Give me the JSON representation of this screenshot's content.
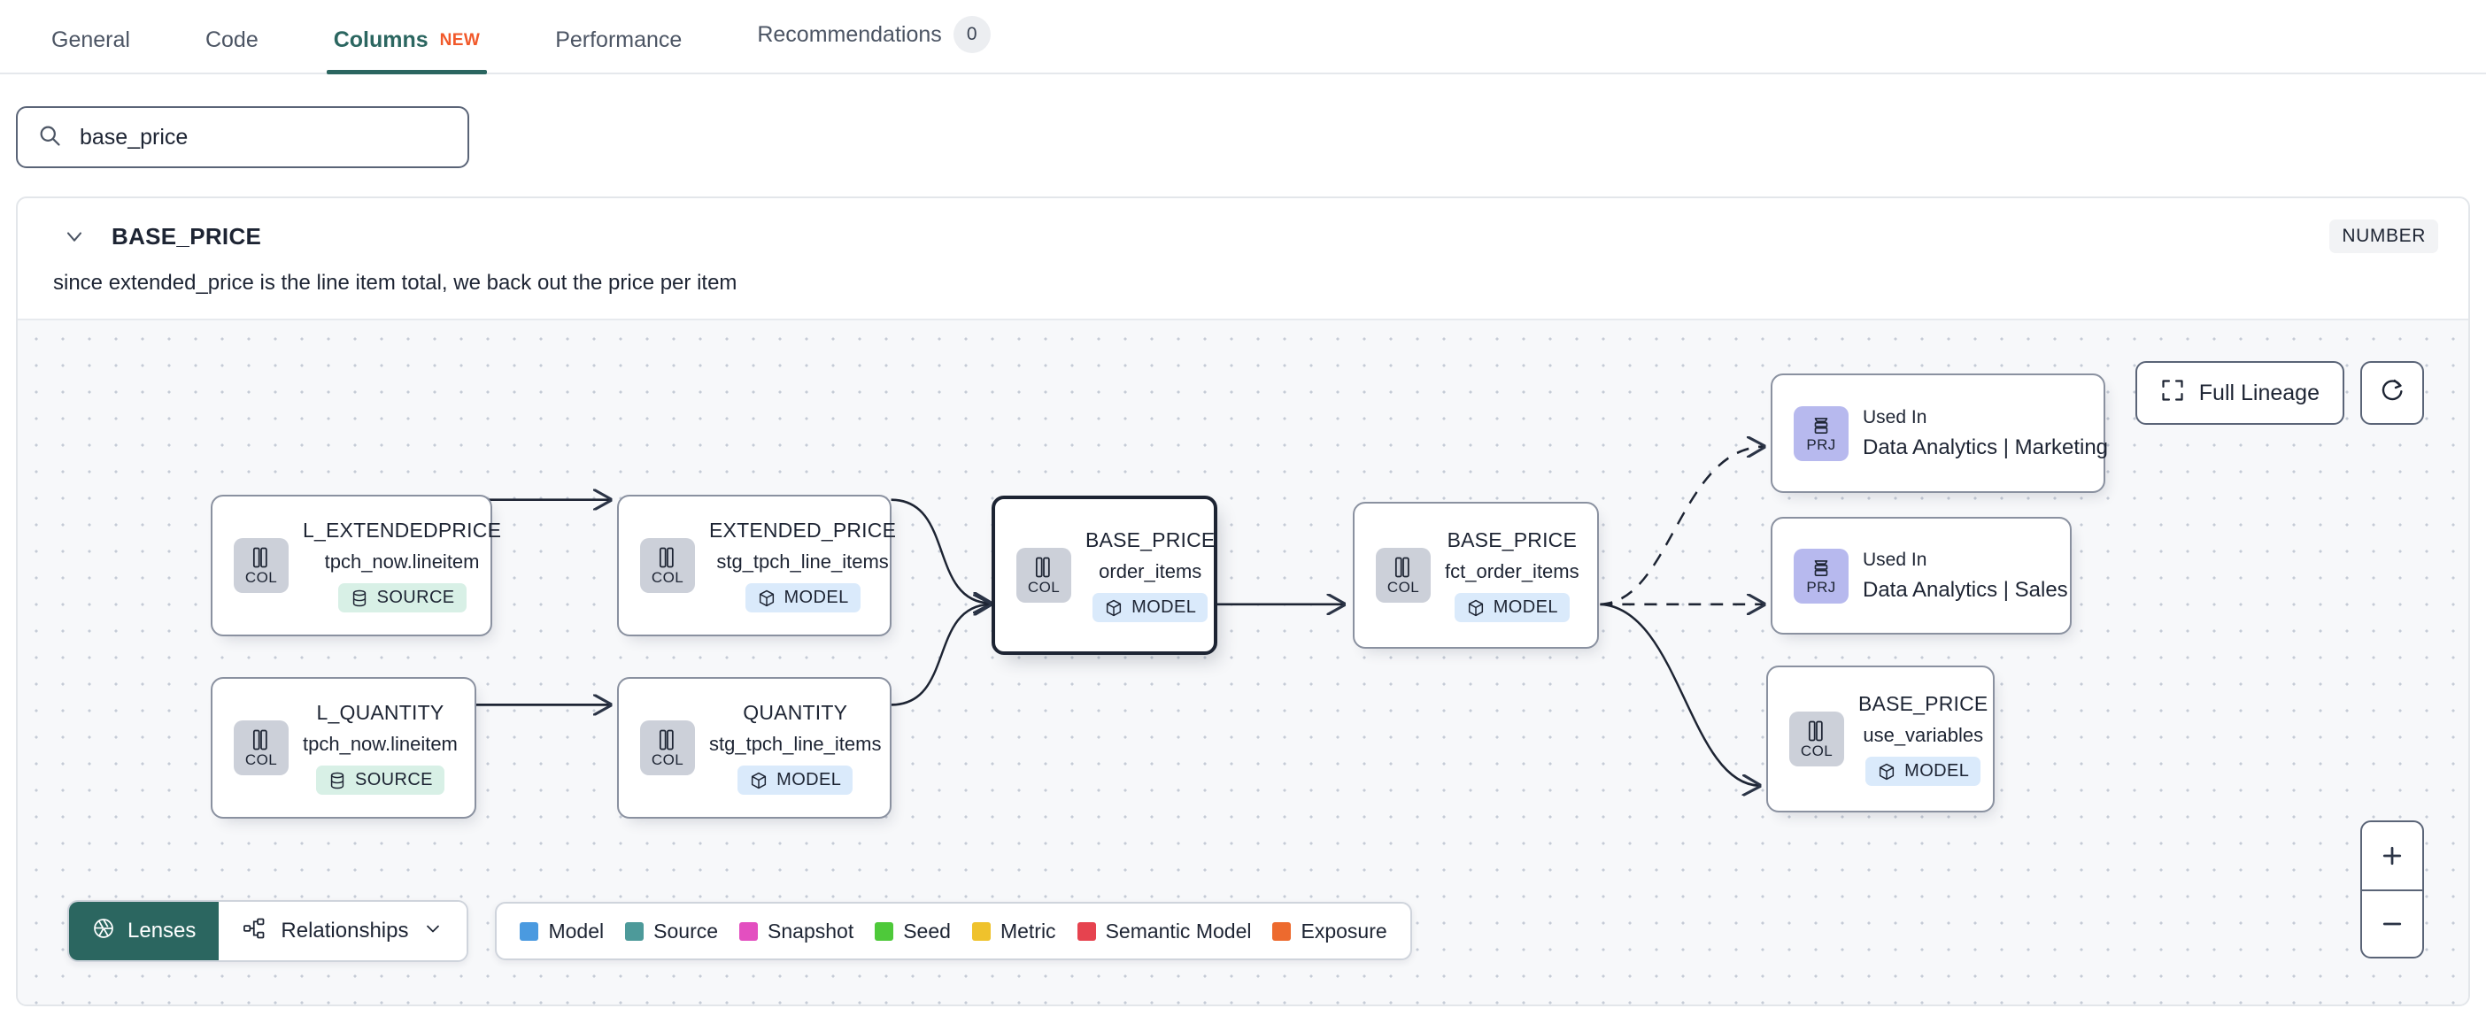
{
  "tabs": [
    {
      "label": "General",
      "active": false,
      "badge": null,
      "new": false
    },
    {
      "label": "Code",
      "active": false,
      "badge": null,
      "new": false
    },
    {
      "label": "Columns",
      "active": true,
      "badge": null,
      "new": true,
      "new_label": "NEW"
    },
    {
      "label": "Performance",
      "active": false,
      "badge": null,
      "new": false
    },
    {
      "label": "Recommendations",
      "active": false,
      "badge": "0",
      "new": false
    }
  ],
  "search": {
    "value": "base_price",
    "placeholder": "Search columns",
    "icon": "search-icon"
  },
  "column": {
    "name": "BASE_PRICE",
    "type_badge": "NUMBER",
    "description": "since extended_price is the line item total, we back out the price per item",
    "expanded": true
  },
  "lineage": {
    "full_lineage_label": "Full Lineage",
    "refresh_icon": "refresh-icon",
    "zoom_in_label": "+",
    "zoom_out_label": "−",
    "nodes": [
      {
        "id": "l_extendedprice",
        "badge": "COL",
        "badge_kind": "col",
        "title": "L_EXTENDEDPRICE",
        "subtitle": "tpch_now.lineitem",
        "kind": "SOURCE",
        "kind_class": "source",
        "selected": false
      },
      {
        "id": "l_quantity",
        "badge": "COL",
        "badge_kind": "col",
        "title": "L_QUANTITY",
        "subtitle": "tpch_now.lineitem",
        "kind": "SOURCE",
        "kind_class": "source",
        "selected": false
      },
      {
        "id": "extended_price",
        "badge": "COL",
        "badge_kind": "col",
        "title": "EXTENDED_PRICE",
        "subtitle": "stg_tpch_line_items",
        "kind": "MODEL",
        "kind_class": "model",
        "selected": false
      },
      {
        "id": "quantity",
        "badge": "COL",
        "badge_kind": "col",
        "title": "QUANTITY",
        "subtitle": "stg_tpch_line_items",
        "kind": "MODEL",
        "kind_class": "model",
        "selected": false
      },
      {
        "id": "base_price_order_items",
        "badge": "COL",
        "badge_kind": "col",
        "title": "BASE_PRICE",
        "subtitle": "order_items",
        "kind": "MODEL",
        "kind_class": "model",
        "selected": true
      },
      {
        "id": "base_price_fct",
        "badge": "COL",
        "badge_kind": "col",
        "title": "BASE_PRICE",
        "subtitle": "fct_order_items",
        "kind": "MODEL",
        "kind_class": "model",
        "selected": false
      },
      {
        "id": "base_price_usevars",
        "badge": "COL",
        "badge_kind": "col",
        "title": "BASE_PRICE",
        "subtitle": "use_variables",
        "kind": "MODEL",
        "kind_class": "model",
        "selected": false
      }
    ],
    "project_nodes": [
      {
        "id": "prj_marketing",
        "badge": "PRJ",
        "used_in_label": "Used In",
        "name": "Data Analytics | Marketing"
      },
      {
        "id": "prj_sales",
        "badge": "PRJ",
        "used_in_label": "Used In",
        "name": "Data Analytics | Sales"
      }
    ]
  },
  "bottom": {
    "lenses_label": "Lenses",
    "lenses_icon": "aperture-icon",
    "relationships_label": "Relationships",
    "relationships_icon": "relationships-icon",
    "chevron_icon": "chevron-down-icon",
    "legend": [
      {
        "label": "Model",
        "color": "#4a9ae0"
      },
      {
        "label": "Source",
        "color": "#4d9a9a"
      },
      {
        "label": "Snapshot",
        "color": "#e34fc0"
      },
      {
        "label": "Seed",
        "color": "#4ec93a"
      },
      {
        "label": "Metric",
        "color": "#efc22c"
      },
      {
        "label": "Semantic Model",
        "color": "#e6434f"
      },
      {
        "label": "Exposure",
        "color": "#ed6a2e"
      }
    ]
  },
  "colors": {
    "accent": "#2b6660",
    "new_badge": "#f1592a",
    "canvas_bg": "#f7f8fa",
    "node_border": "#8a91a0",
    "selected_border": "#1d2433"
  }
}
